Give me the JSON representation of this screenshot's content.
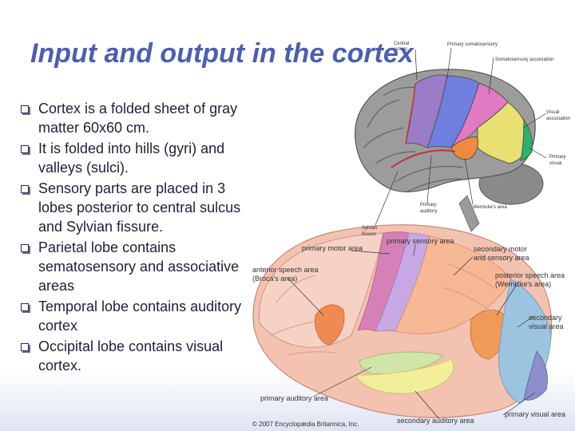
{
  "slide": {
    "title": "Input and output in the cortex",
    "bullets": [
      "Cortex is a folded sheet of gray matter 60x60 cm.",
      "It is folded into hills (gyri) and valleys (sulci).",
      "Sensory parts are placed in 3 lobes posterior to central sulcus and Sylvian fissure.",
      "Parietal lobe contains sematosensory and associative areas",
      "Temporal lobe contains auditory cortex",
      "Occipital lobe contains visual cortex."
    ]
  },
  "top_figure": {
    "labels": {
      "central_sulcus_1": "Central",
      "central_sulcus_2": "sulcus",
      "primary_somatosensory": "Primary somatosensory",
      "somatosensory_association": "Somatosensory association",
      "visual_association_1": "Visual",
      "visual_association_2": "association",
      "primary_visual_1": "Primary",
      "primary_visual_2": "visual",
      "sylvian_1": "Sylvian",
      "sylvian_2": "fissure",
      "primary_auditory_1": "Primary",
      "primary_auditory_2": "auditory",
      "wernicke": "Wernicke's area"
    }
  },
  "bottom_figure": {
    "labels": {
      "primary_motor": "primary motor area",
      "primary_sensory": "primary sensory area",
      "secondary_motor_1": "secondary motor",
      "secondary_motor_2": "and sensory area",
      "broca_1": "anterior speech area",
      "broca_2": "(Broca's area)",
      "wernicke_1": "posterior speech area",
      "wernicke_2": "(Wernicke's area)",
      "secondary_visual_1": "secondary",
      "secondary_visual_2": "visual area",
      "primary_auditory": "primary auditory area",
      "secondary_auditory": "secondary auditory area",
      "primary_visual": "primary visual area"
    },
    "credit": "© 2007 Encyclopædia Britannica, Inc."
  }
}
